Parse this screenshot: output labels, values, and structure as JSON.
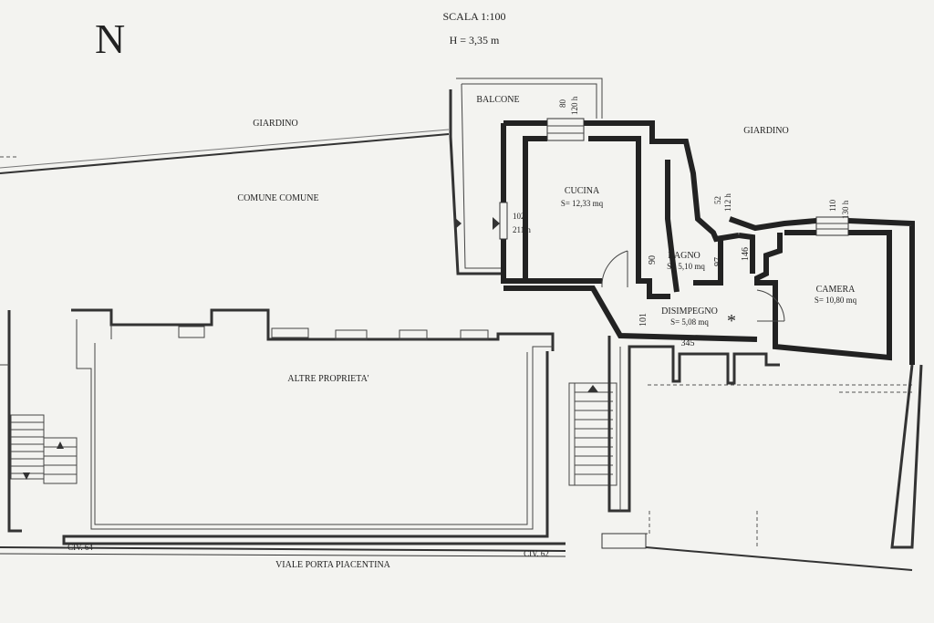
{
  "header": {
    "north": "N",
    "scale": "SCALA 1:100",
    "height": "H = 3,35 m"
  },
  "labels": {
    "giardino_left": "GIARDINO",
    "giardino_right": "GIARDINO",
    "comune": "COMUNE COMUNE",
    "balcone": "BALCONE",
    "altre": "ALTRE PROPRIETA'",
    "viale": "VIALE PORTA PIACENTINA",
    "civ64": "CIV. 64",
    "civ62": "CIV. 62"
  },
  "rooms": {
    "cucina": {
      "name": "CUCINA",
      "area": "S= 12,33 mq"
    },
    "bagno": {
      "name": "BAGNO",
      "area": "S= 5,10 mq"
    },
    "disimpegno": {
      "name": "DISIMPEGNO",
      "area": "S= 5,08 mq"
    },
    "camera": {
      "name": "CAMERA",
      "area": "S= 10,80 mq"
    }
  },
  "dimensions": {
    "d102": "102",
    "d211h": "211 h",
    "d80": "80",
    "d120h": "120 h",
    "d52": "52",
    "d112h": "112 h",
    "d110": "110",
    "d130h": "130 h",
    "d90": "90",
    "d97": "97",
    "d146": "146",
    "d101": "101",
    "d345": "345",
    "asterisk": "*"
  }
}
